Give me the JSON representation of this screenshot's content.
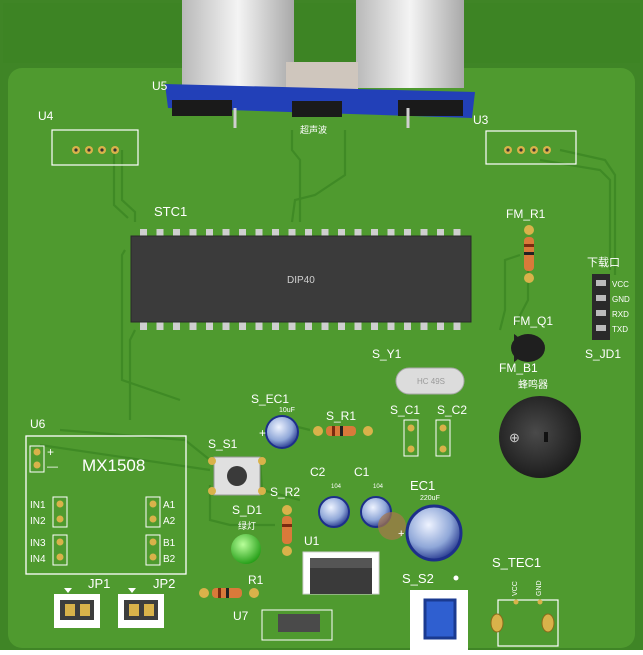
{
  "labels": {
    "u5": "U5",
    "u4": "U4",
    "u3": "U3",
    "stc1": "STC1",
    "dip40": "DIP40",
    "fm_r1": "FM_R1",
    "download_port": "下载口",
    "pin_vcc": "VCC",
    "pin_gnd": "GND",
    "pin_rxd": "RXD",
    "pin_txd": "TXD",
    "fm_q1": "FM_Q1",
    "fm_b1": "FM_B1",
    "buzzer": "蜂鸣器",
    "s_jd1": "S_JD1",
    "s_y1": "S_Y1",
    "crystal": "HC 49S",
    "s_c1": "S_C1",
    "s_c2": "S_C2",
    "s_ec1": "S_EC1",
    "s_ec1_val": "10uF",
    "s_r1": "S_R1",
    "s_s1": "S_S1",
    "s_r2": "S_R2",
    "c2": "C2",
    "c1": "C1",
    "ec1": "EC1",
    "ec1_val": "220uF",
    "small_cap_val": "104",
    "s_d1": "S_D1",
    "led_label": "绿灯",
    "u1": "U1",
    "u6": "U6",
    "mx1508": "MX1508",
    "plus": "+",
    "minus": "—",
    "in1": "IN1",
    "in2": "IN2",
    "in3": "IN3",
    "in4": "IN4",
    "a1": "A1",
    "a2": "A2",
    "b1": "B1",
    "b2": "B2",
    "jp1": "JP1",
    "jp2": "JP2",
    "r1": "R1",
    "u7": "U7",
    "s_s2": "S_S2",
    "s_tec1": "S_TEC1",
    "tec_vcc": "VCC",
    "tec_gnd": "GND",
    "u5_bottom": "超声波"
  },
  "colors": {
    "board": "#4f9a2f",
    "board_dark": "#3f8526",
    "silk": "#ffffff",
    "chip": "#3a3a3a",
    "pin": "#c9c9c9",
    "pad": "#d9b24a",
    "sensor_blue": "#2240b8"
  }
}
